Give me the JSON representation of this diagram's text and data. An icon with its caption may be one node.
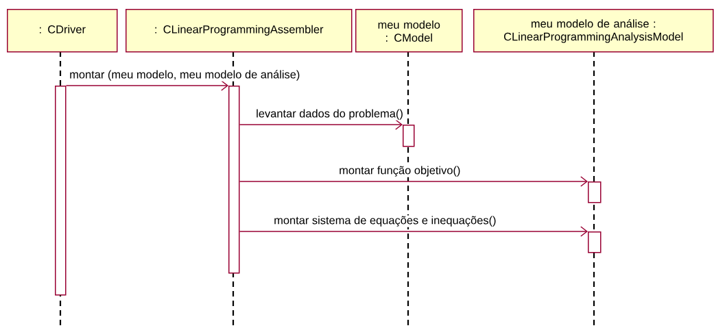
{
  "diagram": {
    "nodes": [
      {
        "text": [
          ": CDriver"
        ]
      },
      {
        "text": [
          ": CLinearProgrammingAssembler"
        ]
      },
      {
        "text": [
          "meu modelo : CModel"
        ]
      },
      {
        "text": [
          "meu modelo de análise : CLinearProgrammingAnalysisModel"
        ]
      },
      {
        "text": [],
        "shape": "bar"
      },
      {
        "text": [],
        "shape": "bar"
      },
      {
        "text": [],
        "shape": "bar"
      },
      {
        "text": [],
        "shape": "bar"
      },
      {
        "text": [],
        "shape": "bar"
      }
    ],
    "edges": [
      {
        "from": 4,
        "to": 5,
        "arrow": "to",
        "label": "montar (meu modelo, meu modelo de análise)"
      },
      {
        "from": 5,
        "to": 6,
        "arrow": "to",
        "label": "levantar dados do problema()"
      },
      {
        "from": 5,
        "to": 7,
        "arrow": "to",
        "label": "montar função objetivo()"
      },
      {
        "from": 5,
        "to": 8,
        "arrow": "to",
        "label": "montar sistema de equações e inequações()"
      }
    ]
  }
}
